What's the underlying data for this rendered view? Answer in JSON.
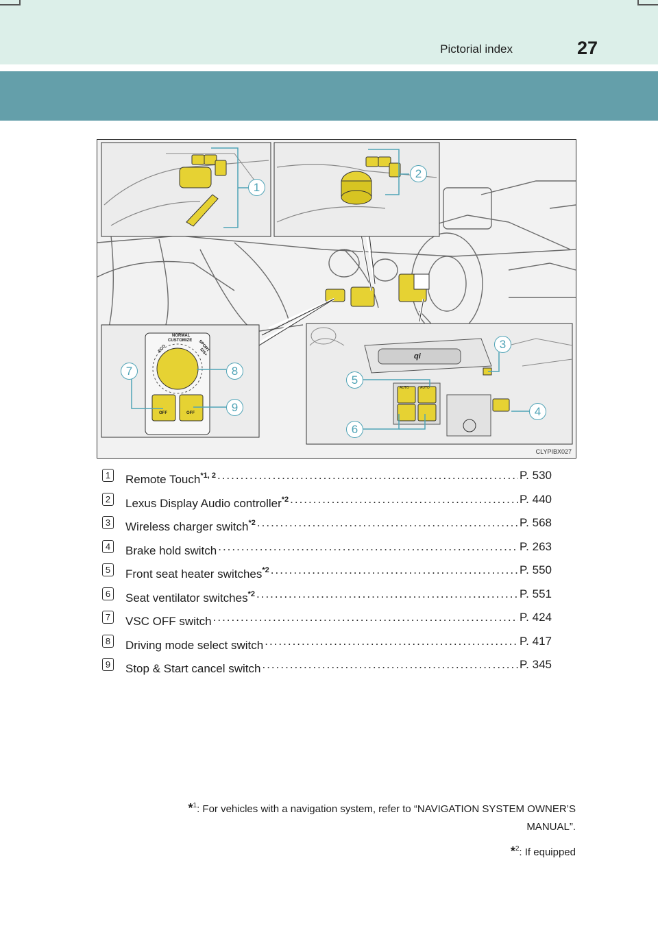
{
  "header": {
    "section_title": "Pictorial index",
    "page_number": "27"
  },
  "figure": {
    "code": "CLYPIBX027",
    "callouts": [
      "1",
      "2",
      "3",
      "4",
      "5",
      "6",
      "7",
      "8",
      "9"
    ],
    "switch_labels": {
      "eco": "ECO",
      "normal": "NORMAL",
      "customize": "CUSTOMIZE",
      "sport": "SPORT",
      "sport_s": "S/S+",
      "vsc": "OFF",
      "stop_start": "OFF",
      "wireless": "qi",
      "auto1": "AUTO",
      "auto2": "AUTO"
    }
  },
  "index_items": [
    {
      "num": "1",
      "label": "Remote Touch",
      "sup": "*1, 2",
      "page": "P. 530"
    },
    {
      "num": "2",
      "label": "Lexus Display Audio controller",
      "sup": "*2",
      "page": "P. 440"
    },
    {
      "num": "3",
      "label": "Wireless charger switch",
      "sup": "*2",
      "page": "P. 568"
    },
    {
      "num": "4",
      "label": "Brake hold switch",
      "sup": "",
      "page": "P. 263"
    },
    {
      "num": "5",
      "label": "Front seat heater switches",
      "sup": "*2",
      "page": "P. 550"
    },
    {
      "num": "6",
      "label": "Seat ventilator switches",
      "sup": "*2",
      "page": "P. 551"
    },
    {
      "num": "7",
      "label": "VSC OFF switch",
      "sup": "",
      "page": "P. 424"
    },
    {
      "num": "8",
      "label": "Driving mode select switch",
      "sup": "",
      "page": "P. 417"
    },
    {
      "num": "9",
      "label": "Stop & Start cancel switch",
      "sup": "",
      "page": "P. 345"
    }
  ],
  "footnotes": [
    {
      "mark": "*",
      "sup": "1",
      "text": ": For vehicles with a navigation system, refer to “NAVIGATION SYSTEM OWNER’S",
      "text2": "MANUAL”."
    },
    {
      "mark": "*",
      "sup": "2",
      "text": ": If equipped"
    }
  ]
}
